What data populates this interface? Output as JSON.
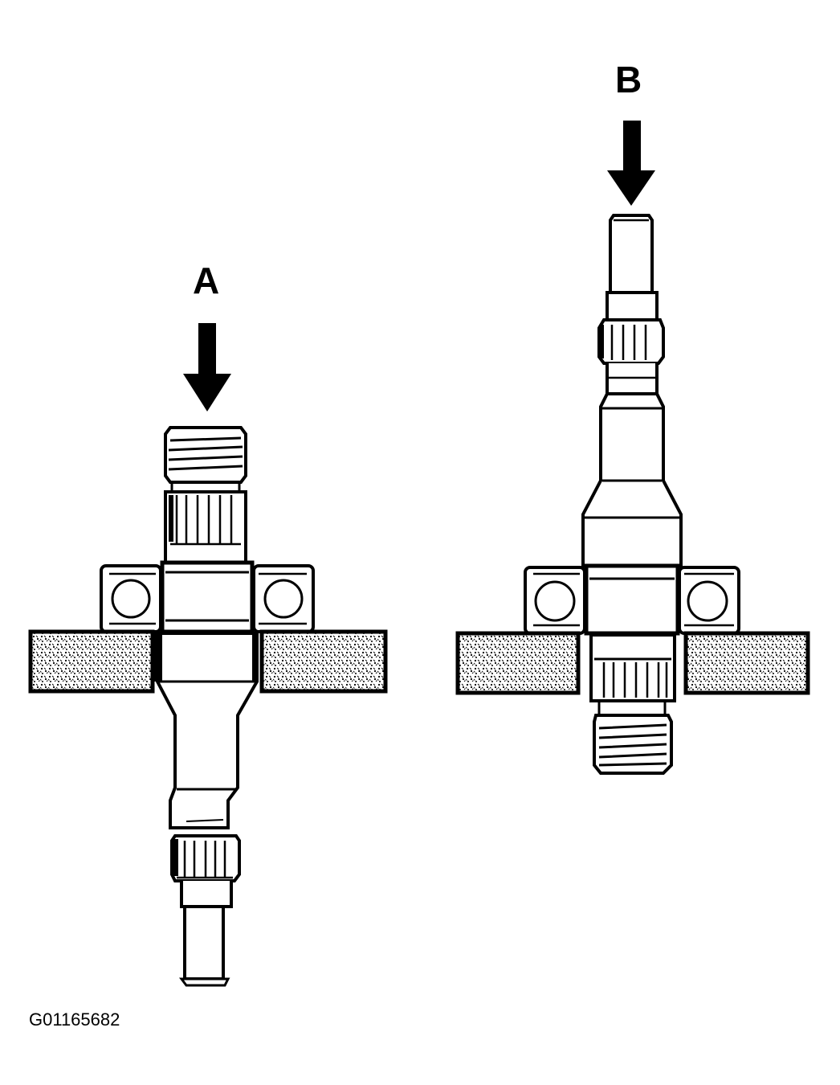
{
  "diagram": {
    "labels": {
      "a": "A",
      "b": "B"
    },
    "figure_id": "G01165682",
    "views": [
      {
        "id": "A",
        "description": "Shaft pressed in direction of arrow A; threaded end up, bearing supported on blocks, splined shaft end extending down",
        "arrow": "down-arrow"
      },
      {
        "id": "B",
        "description": "Shaft pressed in direction of arrow B; plain shaft end up, bearing supported on blocks, splined and threaded end extending down",
        "arrow": "down-arrow"
      }
    ],
    "colors": {
      "ink": "#000000",
      "paper": "#ffffff"
    }
  }
}
